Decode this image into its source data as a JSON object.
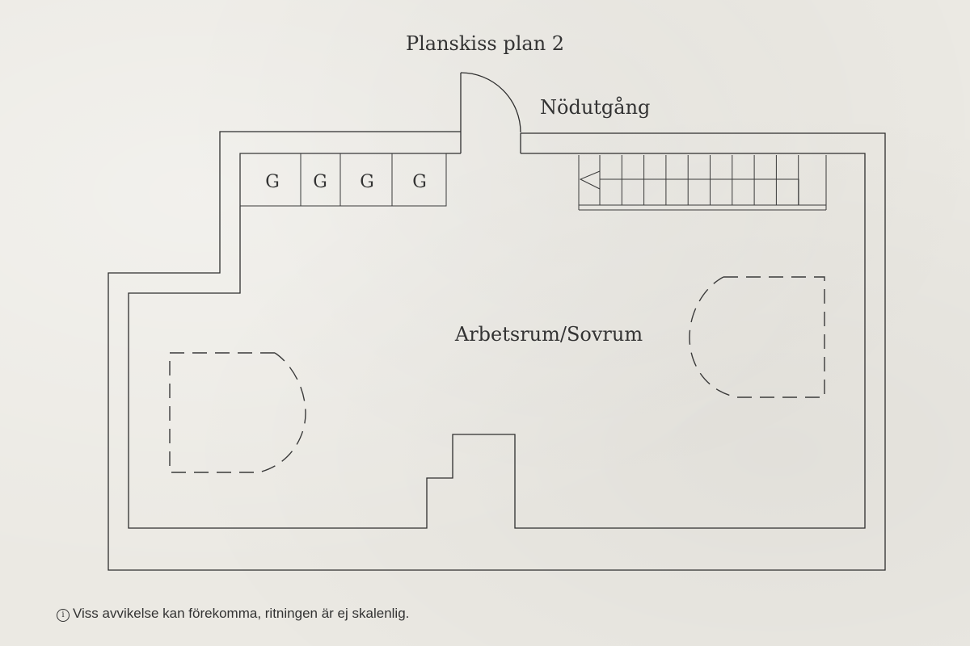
{
  "title": "Planskiss plan 2",
  "labels": {
    "emergency_exit": "Nödutgång",
    "main_room": "Arbetsrum/Sovrum",
    "storage_units": [
      "G",
      "G",
      "G",
      "G"
    ]
  },
  "disclaimer": {
    "icon": "info-icon",
    "icon_glyph": "i",
    "text": "Viss avvikelse kan förekomma, ritningen är ej skalenlig."
  }
}
